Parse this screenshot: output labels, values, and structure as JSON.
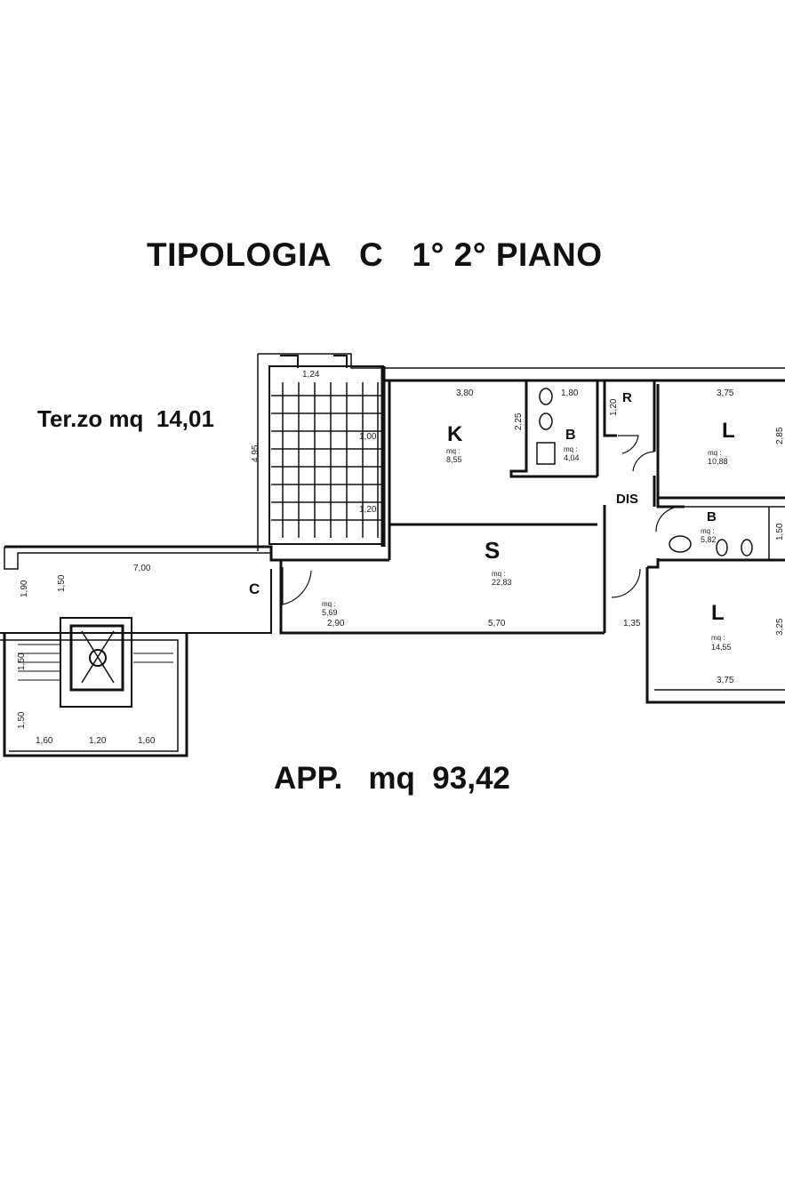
{
  "header": {
    "title": "TIPOLOGIA   C   1° 2° PIANO"
  },
  "terrace": {
    "label": "Ter.zo mq  14,01"
  },
  "footer": {
    "total": "APP.   mq  93,42"
  },
  "rooms": {
    "kitchen": {
      "letter": "K",
      "mq": "mq :",
      "area": "8,55"
    },
    "bath1": {
      "letter": "B",
      "mq": "mq :",
      "area": "4,04"
    },
    "storage": {
      "letter": "R"
    },
    "bed1": {
      "letter": "L",
      "mq": "mq :",
      "area": "10,88"
    },
    "hall": {
      "letter": "DIS"
    },
    "bath2": {
      "letter": "B",
      "mq": "mq :",
      "area": "5,82"
    },
    "living": {
      "letter": "S",
      "mq": "mq :",
      "area": "22,83"
    },
    "bed2": {
      "letter": "L",
      "mq": "mq :",
      "area": "14,55"
    },
    "entrance": {
      "letter": "C",
      "mq": "mq :",
      "area": "5,69"
    }
  },
  "dimensions": {
    "k_width": "3,80",
    "bath_w": "1,80",
    "bed1_w": "3,75",
    "bath_h": "2,25",
    "bed1_h": "2,85",
    "terrace_h": "4,95",
    "terrace_top": "1,24",
    "corridor_len": "7,00",
    "stair_h": "1,50",
    "stair_side": "1,90",
    "entr_w": "2,90",
    "living_w": "5,70",
    "hall_w": "1,35",
    "bed2_h": "3,25",
    "bed2_w": "3,75",
    "bath2_h": "1,50",
    "stair_a": "1,60",
    "stair_b": "1,20",
    "stair_c": "1,60",
    "stair_d": "1,50",
    "stair_e": "1,50",
    "r_dim": "1,20",
    "win1": "1,00",
    "win2": "1,20"
  }
}
